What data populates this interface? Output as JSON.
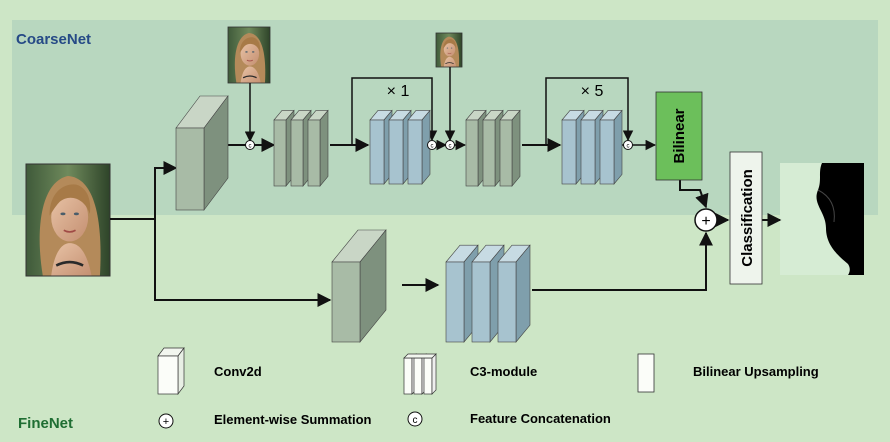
{
  "sections": {
    "coarse": "CoarseNet",
    "fine": "FineNet"
  },
  "blocks": {
    "repeat1": "× 1",
    "repeat2": "× 5",
    "bilinear": "Bilinear",
    "classification": "Classification"
  },
  "symbols": {
    "concat": "c",
    "sum": "+"
  },
  "legend": {
    "conv2d": "Conv2d",
    "c3": "C3-module",
    "bilinear_up": "Bilinear Upsampling",
    "summation": "Element-wise Summation",
    "concatenation": "Feature Concatenation"
  },
  "colors": {
    "coarse_bg": "#b8d7bf",
    "fine_bg": "#cde6c6",
    "conv_front": "#a8bba6",
    "conv_top": "#c9d6c6",
    "conv_side": "#7e917e",
    "c3_front": "#a7c3cf",
    "c3_side": "#7f9fac",
    "bilinear_fill": "#6cbf5b",
    "line": "#111111"
  },
  "images": {
    "input": "portrait-photo",
    "small1": "portrait-thumbnail",
    "small2": "portrait-thumbnail",
    "output": "segmentation-mask"
  }
}
